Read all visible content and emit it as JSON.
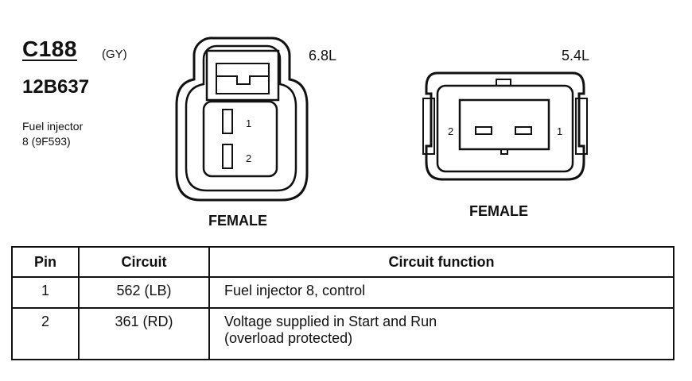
{
  "connector": {
    "id": "C188",
    "color": "(GY)",
    "part_number": "12B637",
    "description_line1": "Fuel injector",
    "description_line2": "8 (9F593)"
  },
  "views": [
    {
      "engine": "6.8L",
      "gender": "FEMALE",
      "pins": [
        "1",
        "2"
      ]
    },
    {
      "engine": "5.4L",
      "gender": "FEMALE",
      "pins": [
        "2",
        "1"
      ]
    }
  ],
  "table": {
    "headers": [
      "Pin",
      "Circuit",
      "Circuit function"
    ],
    "rows": [
      {
        "pin": "1",
        "circuit": "562 (LB)",
        "function": [
          "Fuel injector 8, control"
        ]
      },
      {
        "pin": "2",
        "circuit": "361 (RD)",
        "function": [
          "Voltage supplied in Start and Run",
          "(overload protected)"
        ]
      }
    ]
  }
}
